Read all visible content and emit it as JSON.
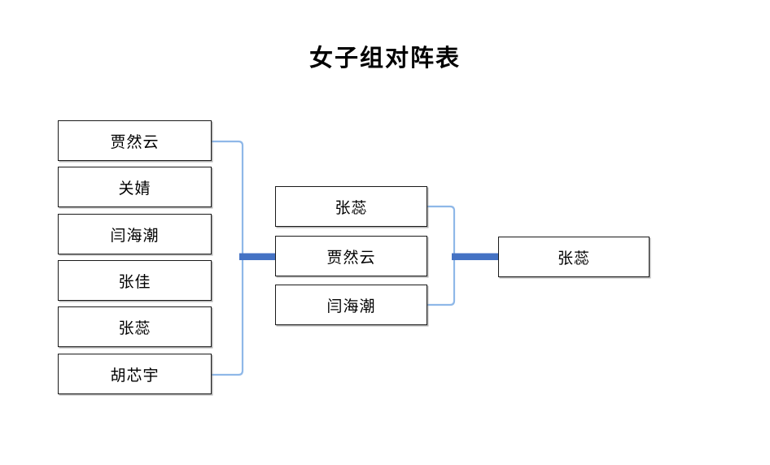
{
  "page": {
    "title": "女子组对阵表",
    "background_color": "#ffffff",
    "box_border_color": "#1a1a1a",
    "connector_line_color": "#8FB8E8",
    "connector_bar_color": "#4472C4"
  },
  "bracket": {
    "rounds": [
      {
        "name": "round-1",
        "entries": [
          {
            "label": "贾然云"
          },
          {
            "label": "关婧"
          },
          {
            "label": "闫海潮"
          },
          {
            "label": "张佳"
          },
          {
            "label": "张蕊"
          },
          {
            "label": "胡芯宇"
          }
        ]
      },
      {
        "name": "round-2",
        "entries": [
          {
            "label": "张蕊"
          },
          {
            "label": "贾然云"
          },
          {
            "label": "闫海潮"
          }
        ]
      },
      {
        "name": "round-3",
        "entries": [
          {
            "label": "张蕊"
          }
        ]
      }
    ]
  }
}
